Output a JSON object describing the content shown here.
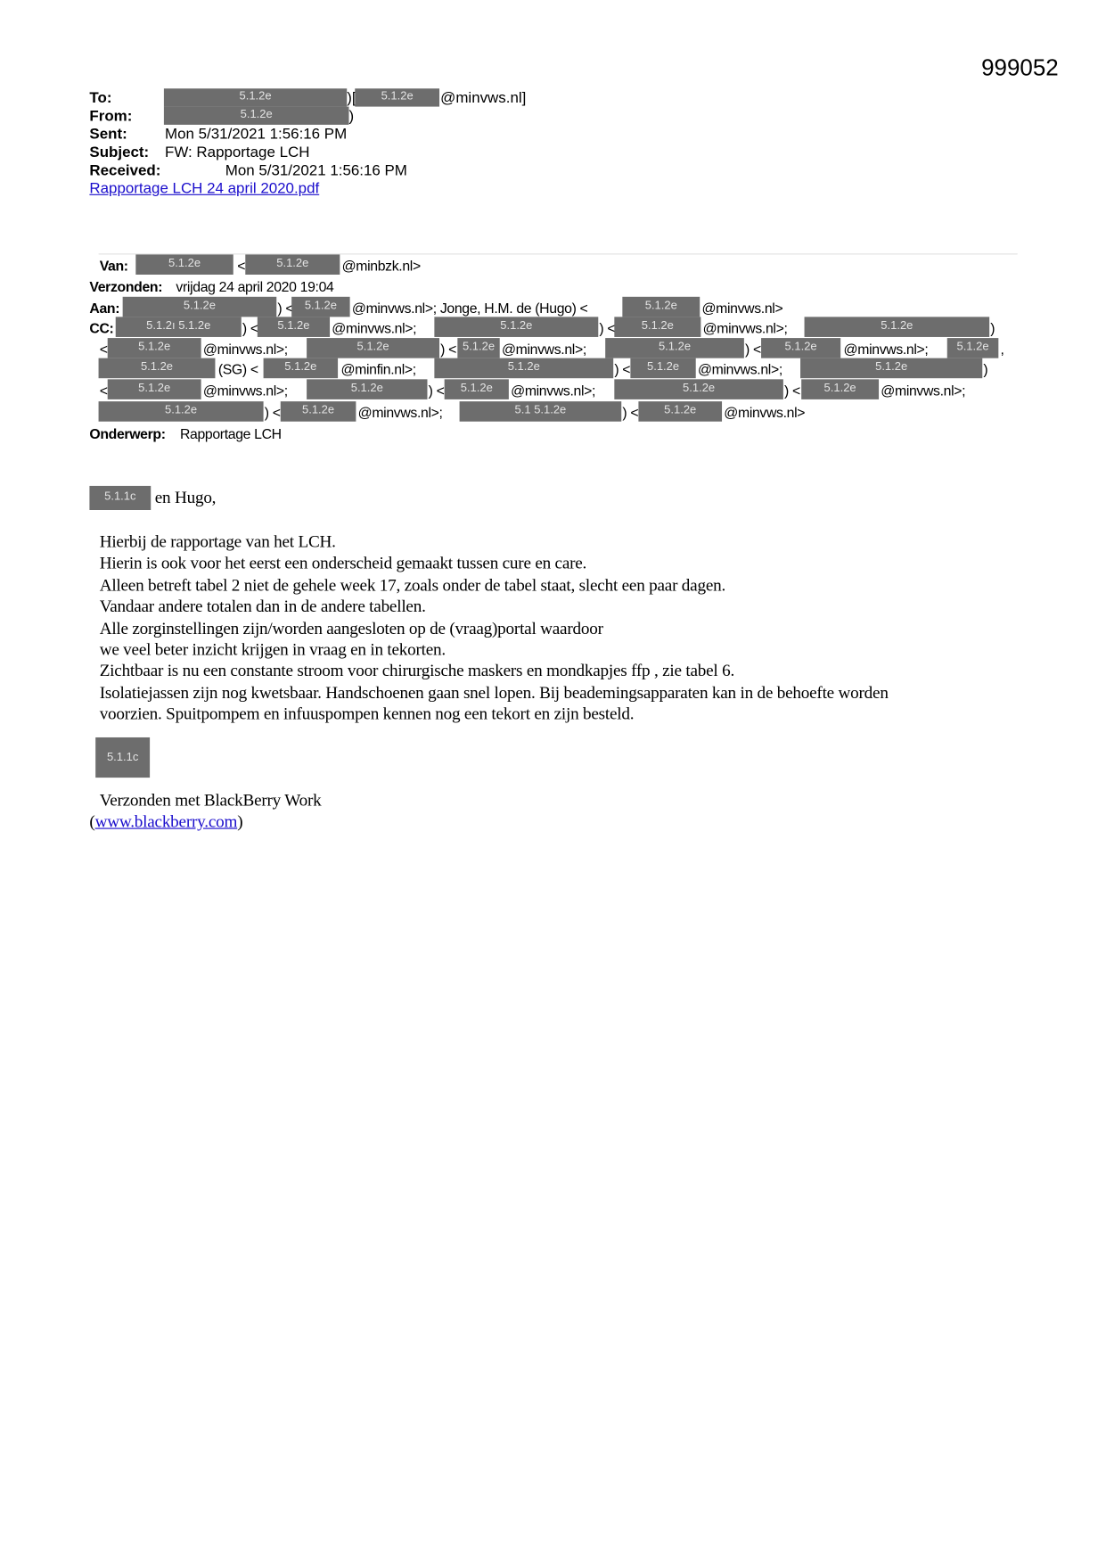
{
  "doc_number": "999052",
  "header": {
    "to_label": "To:",
    "to_redacted_1": "5.1.2e",
    "to_sep": ")[",
    "to_redacted_2": "5.1.2e",
    "to_domain": "@minvws.nl]",
    "from_label": "From:",
    "from_redacted": "5.1.2e",
    "from_sep": ")",
    "sent_label": "Sent:",
    "sent_value": "Mon 5/31/2021 1:56:16 PM",
    "subject_label": "Subject:",
    "subject_value": "FW: Rapportage LCH",
    "received_label": "Received:",
    "received_value": "Mon 5/31/2021 1:56:16 PM",
    "attachment": "Rapportage LCH 24 april 2020.pdf"
  },
  "forwarded": {
    "rows": [
      [
        {
          "t": "l",
          "v": "Van:"
        },
        {
          "t": "r",
          "v": "5.1.2e"
        },
        {
          "t": "x",
          "v": "<"
        },
        {
          "t": "r",
          "v": "5.1.2e"
        },
        {
          "t": "x",
          "v": "@minbzk.nl>"
        }
      ],
      [
        {
          "t": "l",
          "v": "Verzonden:"
        },
        {
          "t": "x",
          "v": "vrijdag 24 april 2020 19:04"
        }
      ],
      [
        {
          "t": "l",
          "v": "Aan:"
        },
        {
          "t": "r",
          "v": "5.1.2e"
        },
        {
          "t": "x",
          "v": ") <"
        },
        {
          "t": "r",
          "v": "5.1.2e"
        },
        {
          "t": "x",
          "v": "@minvws.nl>; Jonge, H.M. de (Hugo) <"
        },
        {
          "t": "r",
          "v": "5.1.2e"
        },
        {
          "t": "x",
          "v": "@minvws.nl>"
        }
      ],
      [
        {
          "t": "l",
          "v": "CC:"
        },
        {
          "t": "r",
          "v": "5.1.2ı 5.1.2e"
        },
        {
          "t": "x",
          "v": ") <"
        },
        {
          "t": "r",
          "v": "5.1.2e"
        },
        {
          "t": "x",
          "v": "@minvws.nl>;"
        },
        {
          "t": "r",
          "v": "5.1.2e"
        },
        {
          "t": "x",
          "v": ") <"
        },
        {
          "t": "r",
          "v": "5.1.2e"
        },
        {
          "t": "x",
          "v": "@minvws.nl>;"
        },
        {
          "t": "r",
          "v": "5.1.2e"
        },
        {
          "t": "x",
          "v": ")"
        }
      ],
      [
        {
          "t": "x",
          "v": "<"
        },
        {
          "t": "r",
          "v": "5.1.2e"
        },
        {
          "t": "x",
          "v": "@minvws.nl>;"
        },
        {
          "t": "r",
          "v": "5.1.2e"
        },
        {
          "t": "x",
          "v": ") <"
        },
        {
          "t": "r",
          "v": "5.1.2e"
        },
        {
          "t": "x",
          "v": "@minvws.nl>;"
        },
        {
          "t": "r",
          "v": "5.1.2e"
        },
        {
          "t": "x",
          "v": ") <"
        },
        {
          "t": "r",
          "v": "5.1.2e"
        },
        {
          "t": "x",
          "v": "@minvws.nl>;"
        },
        {
          "t": "r",
          "v": "5.1.2e"
        },
        {
          "t": "x",
          "v": ","
        }
      ],
      [
        {
          "t": "r",
          "v": "5.1.2e"
        },
        {
          "t": "x",
          "v": "(SG) <"
        },
        {
          "t": "r",
          "v": "5.1.2e"
        },
        {
          "t": "x",
          "v": "@minfin.nl>;"
        },
        {
          "t": "r",
          "v": "5.1.2e"
        },
        {
          "t": "x",
          "v": ") <"
        },
        {
          "t": "r",
          "v": "5.1.2e"
        },
        {
          "t": "x",
          "v": "@minvws.nl>;"
        },
        {
          "t": "r",
          "v": "5.1.2e"
        },
        {
          "t": "x",
          "v": ")"
        }
      ],
      [
        {
          "t": "x",
          "v": "<"
        },
        {
          "t": "r",
          "v": "5.1.2e"
        },
        {
          "t": "x",
          "v": "@minvws.nl>;"
        },
        {
          "t": "r",
          "v": "5.1.2e"
        },
        {
          "t": "x",
          "v": ") <"
        },
        {
          "t": "r",
          "v": "5.1.2e"
        },
        {
          "t": "x",
          "v": "@minvws.nl>;"
        },
        {
          "t": "r",
          "v": "5.1.2e"
        },
        {
          "t": "x",
          "v": ") <"
        },
        {
          "t": "r",
          "v": "5.1.2e"
        },
        {
          "t": "x",
          "v": "@minvws.nl>;"
        }
      ],
      [
        {
          "t": "r",
          "v": "5.1.2e"
        },
        {
          "t": "x",
          "v": ") <"
        },
        {
          "t": "r",
          "v": "5.1.2e"
        },
        {
          "t": "x",
          "v": "@minvws.nl>;"
        },
        {
          "t": "r",
          "v": "5.1   5.1.2e"
        },
        {
          "t": "x",
          "v": ") <"
        },
        {
          "t": "r",
          "v": "5.1.2e"
        },
        {
          "t": "x",
          "v": "@minvws.nl>"
        }
      ],
      [
        {
          "t": "l",
          "v": "Onderwerp:"
        },
        {
          "t": "x",
          "v": "Rapportage LCH"
        }
      ]
    ]
  },
  "body": {
    "greeting_redacted": "5.1.1c",
    "greeting": "en Hugo,",
    "lines": [
      "Hierbij de rapportage van het LCH.",
      "Hierin is ook voor het eerst een onderscheid gemaakt tussen cure en care.",
      "Alleen betreft tabel 2 niet de gehele week 17, zoals onder de tabel staat, slecht een paar dagen.",
      "Vandaar andere totalen dan in de andere tabellen.",
      "Alle zorginstellingen zijn/worden aangesloten op de (vraag)portal waardoor",
      "we veel beter inzicht krijgen in vraag en in tekorten.",
      "Zichtbaar is nu een constante stroom voor chirurgische maskers en mondkapjes ffp , zie tabel 6.",
      "Isolatiejassen zijn nog kwetsbaar. Handschoenen gaan snel lopen. Bij beademingsapparaten kan in de behoefte worden",
      "voorzien. Spuitpompem en infuuspompen kennen nog een tekort en zijn besteld."
    ],
    "signature_redacted": "5.1.1c",
    "sent_with": "Verzonden met BlackBerry Work",
    "link_open": "(",
    "link": "www.blackberry.com",
    "link_close": ")"
  }
}
